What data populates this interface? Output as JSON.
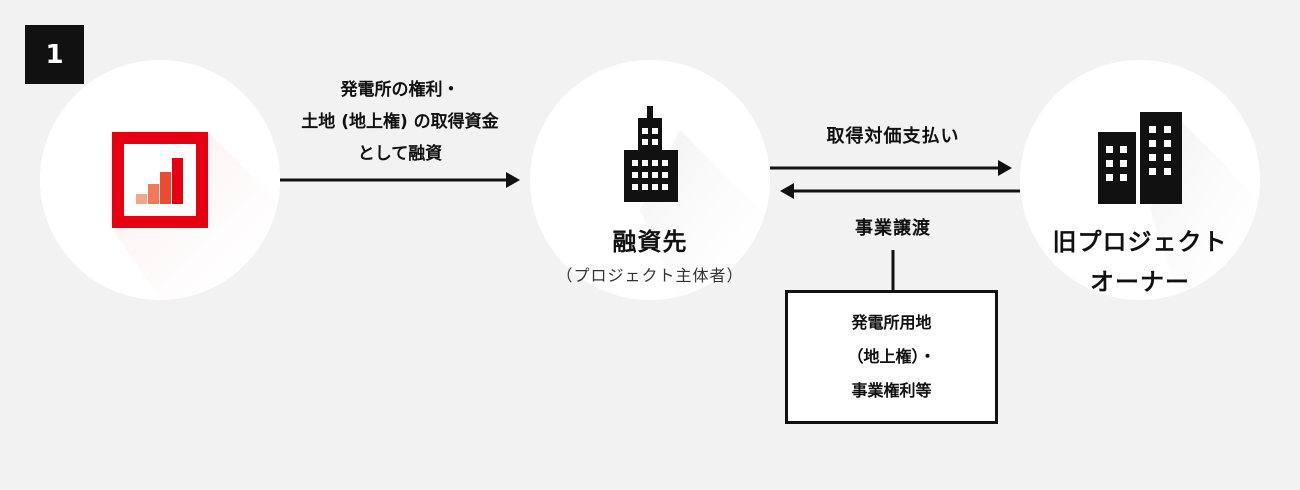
{
  "step": {
    "number": "1"
  },
  "left_arrow_label": [
    "発電所の権利・",
    "土地 (地上権) の取得資金",
    "として融資"
  ],
  "borrower": {
    "name": "融資先",
    "sub": "（プロジェクト主体者）"
  },
  "top_right_arrow_label": "取得対価支払い",
  "bottom_left_arrow_label": "事業譲渡",
  "former_owner": [
    "旧プロジェクト",
    "オーナー"
  ],
  "assets_box": [
    "発電所用地",
    "（地上権）・",
    "事業権利等"
  ],
  "colors": {
    "accent": "#e60012",
    "dark": "#111111",
    "background": "#f2f2f2"
  },
  "icons": [
    "bank-logo-icon",
    "tall-building-icon",
    "twin-building-icon"
  ]
}
